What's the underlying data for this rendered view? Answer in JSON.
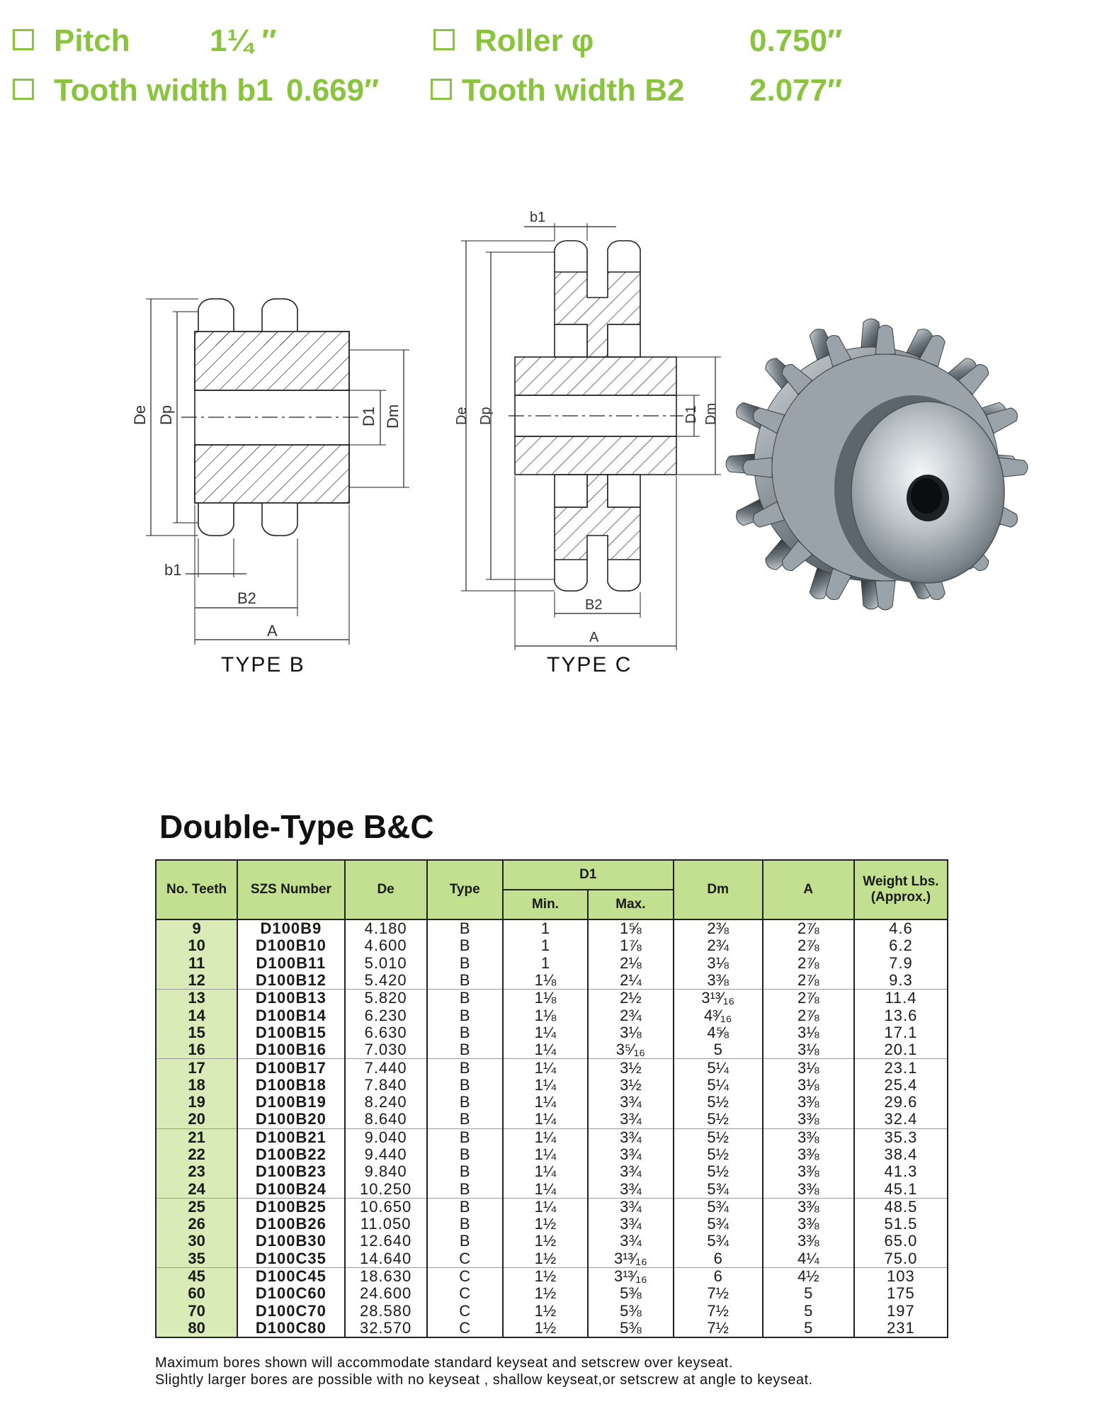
{
  "specs": {
    "pitch_label": "Pitch",
    "pitch_value": "1¼ ″",
    "roller_label": "Roller φ",
    "roller_value": "0.750″",
    "b1_label": "Tooth width b1",
    "b1_value": "0.669″",
    "B2_label": "Tooth width B2",
    "B2_value": "2.077″"
  },
  "drawings": {
    "type_b": "TYPE B",
    "type_c": "TYPE C",
    "dims": {
      "De": "De",
      "Dp": "Dp",
      "D1": "D1",
      "Dm": "Dm",
      "b1": "b1",
      "B2": "B2",
      "A": "A"
    }
  },
  "table": {
    "title": "Double-Type B&C",
    "headers": {
      "teeth": "No. Teeth",
      "szs": "SZS Number",
      "de": "De",
      "type": "Type",
      "d1": "D1",
      "d1_min": "Min.",
      "d1_max": "Max.",
      "dm": "Dm",
      "a": "A",
      "weight": "Weight Lbs. (Approx.)"
    },
    "rows": [
      [
        "9",
        "D100B9",
        "4.180",
        "B",
        "1",
        "1⅝",
        "2⅜",
        "2⅞",
        "4.6"
      ],
      [
        "10",
        "D100B10",
        "4.600",
        "B",
        "1",
        "1⅞",
        "2¾",
        "2⅞",
        "6.2"
      ],
      [
        "11",
        "D100B11",
        "5.010",
        "B",
        "1",
        "2⅛",
        "3⅛",
        "2⅞",
        "7.9"
      ],
      [
        "12",
        "D100B12",
        "5.420",
        "B",
        "1⅛",
        "2¼",
        "3⅜",
        "2⅞",
        "9.3"
      ],
      [
        "13",
        "D100B13",
        "5.820",
        "B",
        "1⅛",
        "2½",
        "3¹³⁄₁₆",
        "2⅞",
        "11.4"
      ],
      [
        "14",
        "D100B14",
        "6.230",
        "B",
        "1⅛",
        "2¾",
        "4³⁄₁₆",
        "2⅞",
        "13.6"
      ],
      [
        "15",
        "D100B15",
        "6.630",
        "B",
        "1¼",
        "3⅛",
        "4⅝",
        "3⅛",
        "17.1"
      ],
      [
        "16",
        "D100B16",
        "7.030",
        "B",
        "1¼",
        "3⁵⁄₁₆",
        "5",
        "3⅛",
        "20.1"
      ],
      [
        "17",
        "D100B17",
        "7.440",
        "B",
        "1¼",
        "3½",
        "5¼",
        "3⅛",
        "23.1"
      ],
      [
        "18",
        "D100B18",
        "7.840",
        "B",
        "1¼",
        "3½",
        "5¼",
        "3⅛",
        "25.4"
      ],
      [
        "19",
        "D100B19",
        "8.240",
        "B",
        "1¼",
        "3¾",
        "5½",
        "3⅜",
        "29.6"
      ],
      [
        "20",
        "D100B20",
        "8.640",
        "B",
        "1¼",
        "3¾",
        "5½",
        "3⅜",
        "32.4"
      ],
      [
        "21",
        "D100B21",
        "9.040",
        "B",
        "1¼",
        "3¾",
        "5½",
        "3⅜",
        "35.3"
      ],
      [
        "22",
        "D100B22",
        "9.440",
        "B",
        "1¼",
        "3¾",
        "5½",
        "3⅜",
        "38.4"
      ],
      [
        "23",
        "D100B23",
        "9.840",
        "B",
        "1¼",
        "3¾",
        "5½",
        "3⅜",
        "41.3"
      ],
      [
        "24",
        "D100B24",
        "10.250",
        "B",
        "1¼",
        "3¾",
        "5¾",
        "3⅜",
        "45.1"
      ],
      [
        "25",
        "D100B25",
        "10.650",
        "B",
        "1¼",
        "3¾",
        "5¾",
        "3⅜",
        "48.5"
      ],
      [
        "26",
        "D100B26",
        "11.050",
        "B",
        "1½",
        "3¾",
        "5¾",
        "3⅜",
        "51.5"
      ],
      [
        "30",
        "D100B30",
        "12.640",
        "B",
        "1½",
        "3¾",
        "5¾",
        "3⅜",
        "65.0"
      ],
      [
        "35",
        "D100C35",
        "14.640",
        "C",
        "1½",
        "3¹³⁄₁₆",
        "6",
        "4¼",
        "75.0"
      ],
      [
        "45",
        "D100C45",
        "18.630",
        "C",
        "1½",
        "3¹³⁄₁₆",
        "6",
        "4½",
        "103"
      ],
      [
        "60",
        "D100C60",
        "24.600",
        "C",
        "1½",
        "5⅜",
        "7½",
        "5",
        "175"
      ],
      [
        "70",
        "D100C70",
        "28.580",
        "C",
        "1½",
        "5⅜",
        "7½",
        "5",
        "197"
      ],
      [
        "80",
        "D100C80",
        "32.570",
        "C",
        "1½",
        "5⅜",
        "7½",
        "5",
        "231"
      ]
    ]
  },
  "footnotes": [
    "Maximum bores shown will accommodate standard keyseat and setscrew over keyseat.",
    "Slightly larger bores are possible with no keyseat , shallow keyseat,or setscrew at angle to keyseat."
  ]
}
